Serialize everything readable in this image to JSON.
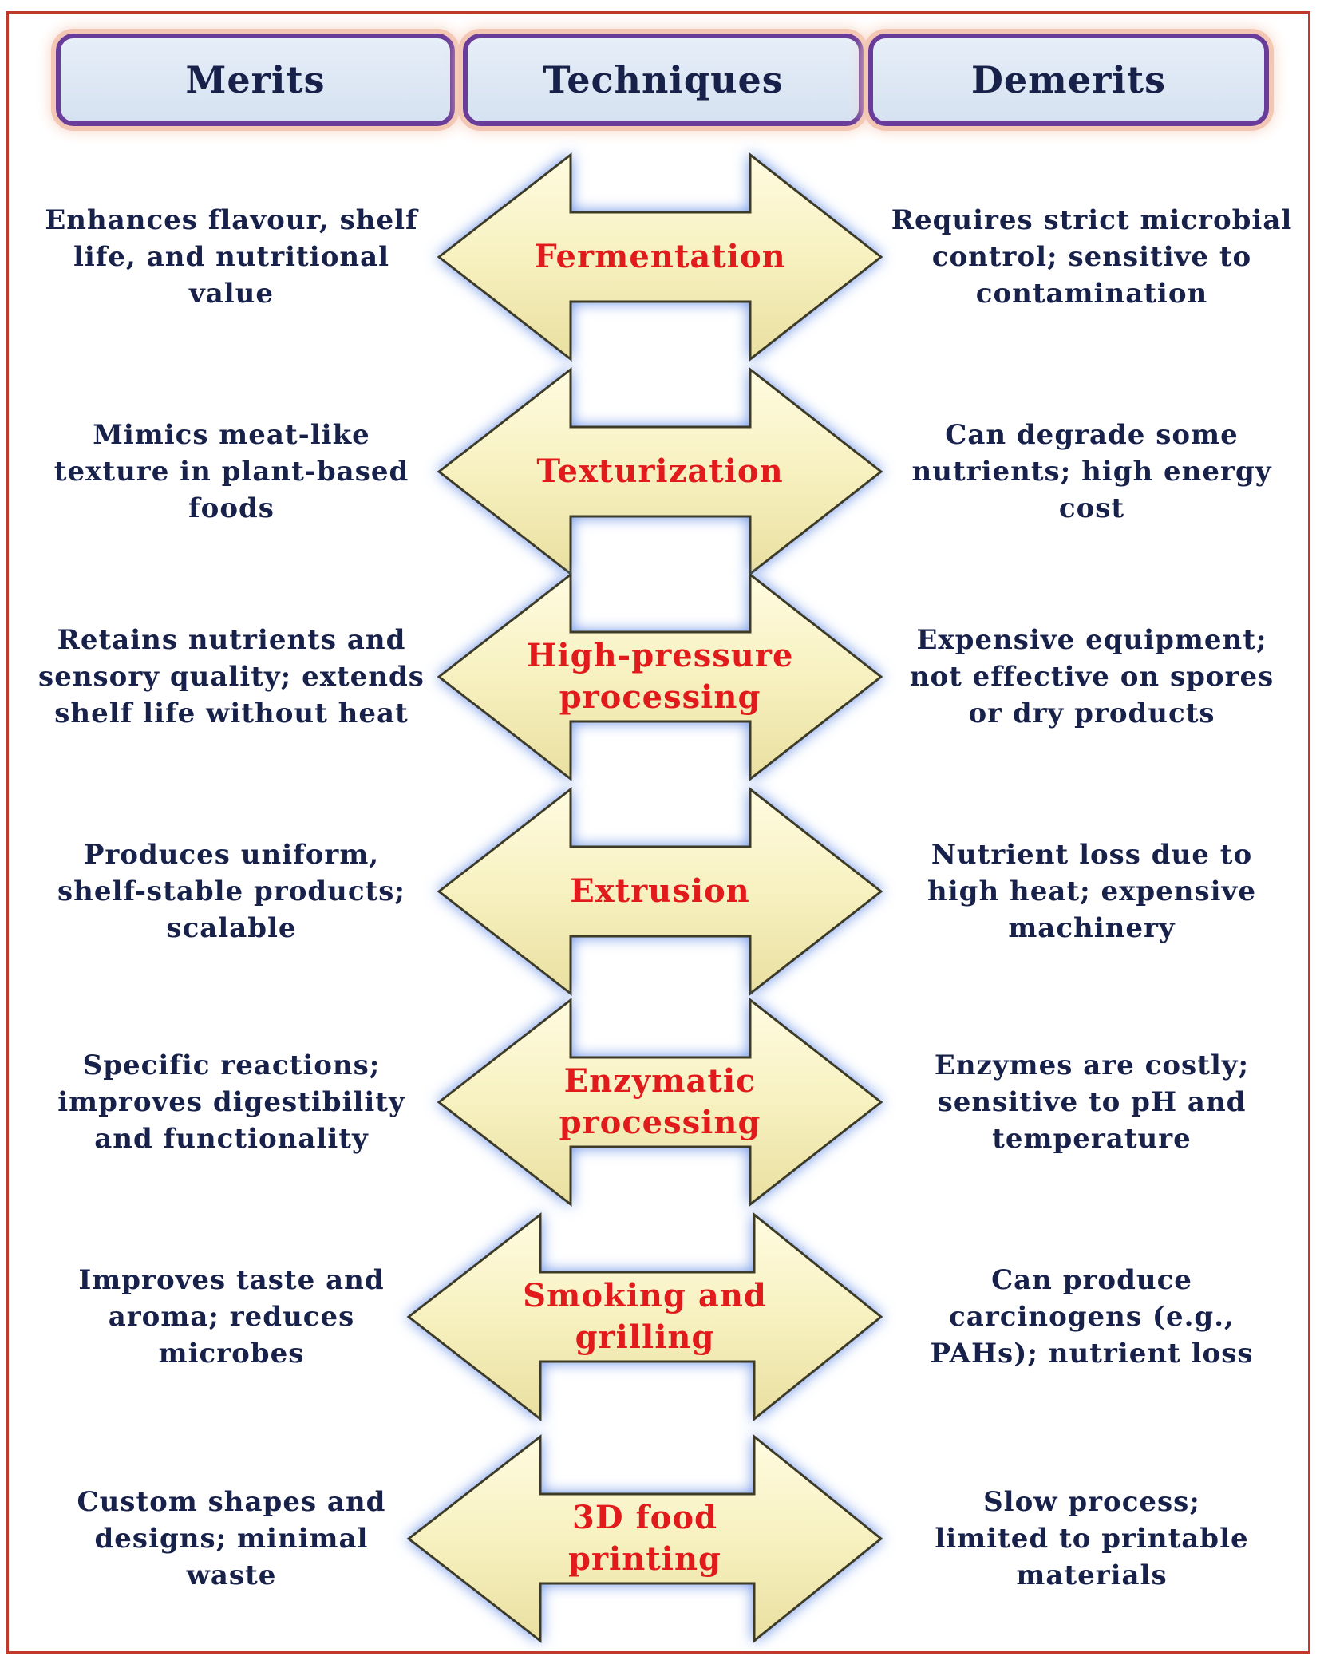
{
  "headers": {
    "merits": "Merits",
    "techniques": "Techniques",
    "demerits": "Demerits"
  },
  "rows": [
    {
      "technique": [
        "Fermentation"
      ],
      "merit": [
        "Enhances flavour, shelf",
        "life, and nutritional",
        "value"
      ],
      "demerit": [
        "Requires strict microbial",
        "control; sensitive to",
        "contamination"
      ]
    },
    {
      "technique": [
        "Texturization"
      ],
      "merit": [
        "Mimics meat-like",
        "texture in plant-based",
        "foods"
      ],
      "demerit": [
        "Can degrade some",
        "nutrients; high energy",
        "cost"
      ]
    },
    {
      "technique": [
        "High-pressure",
        "processing"
      ],
      "merit": [
        "Retains nutrients and",
        "sensory quality; extends",
        "shelf life without heat"
      ],
      "demerit": [
        "Expensive equipment;",
        "not effective on spores",
        "or dry products"
      ]
    },
    {
      "technique": [
        "Extrusion"
      ],
      "merit": [
        "Produces uniform,",
        "shelf-stable products;",
        "scalable"
      ],
      "demerit": [
        "Nutrient loss due to",
        "high heat; expensive",
        "machinery"
      ]
    },
    {
      "technique": [
        "Enzymatic",
        "processing"
      ],
      "merit": [
        "Specific reactions;",
        "improves digestibility",
        "and functionality"
      ],
      "demerit": [
        "Enzymes are costly;",
        "sensitive to pH and",
        "temperature"
      ]
    },
    {
      "technique": [
        "Smoking and",
        "grilling"
      ],
      "merit": [
        "Improves taste and",
        "aroma; reduces",
        "microbes"
      ],
      "demerit": [
        "Can produce",
        "carcinogens (e.g.,",
        "PAHs); nutrient loss"
      ]
    },
    {
      "technique": [
        "3D food",
        "printing"
      ],
      "merit": [
        "Custom shapes and",
        "designs; minimal",
        "waste"
      ],
      "demerit": [
        "Slow process;",
        "limited to printable",
        "materials"
      ]
    }
  ],
  "colors": {
    "frame": "#c0392b",
    "header_border": "#6a3c99",
    "header_fill": "#dde7f4",
    "arrow_fill": "#f8f3c6",
    "arrow_glow": "#6f95e8",
    "technique_text": "#e11b1b",
    "side_text": "#17214a"
  }
}
